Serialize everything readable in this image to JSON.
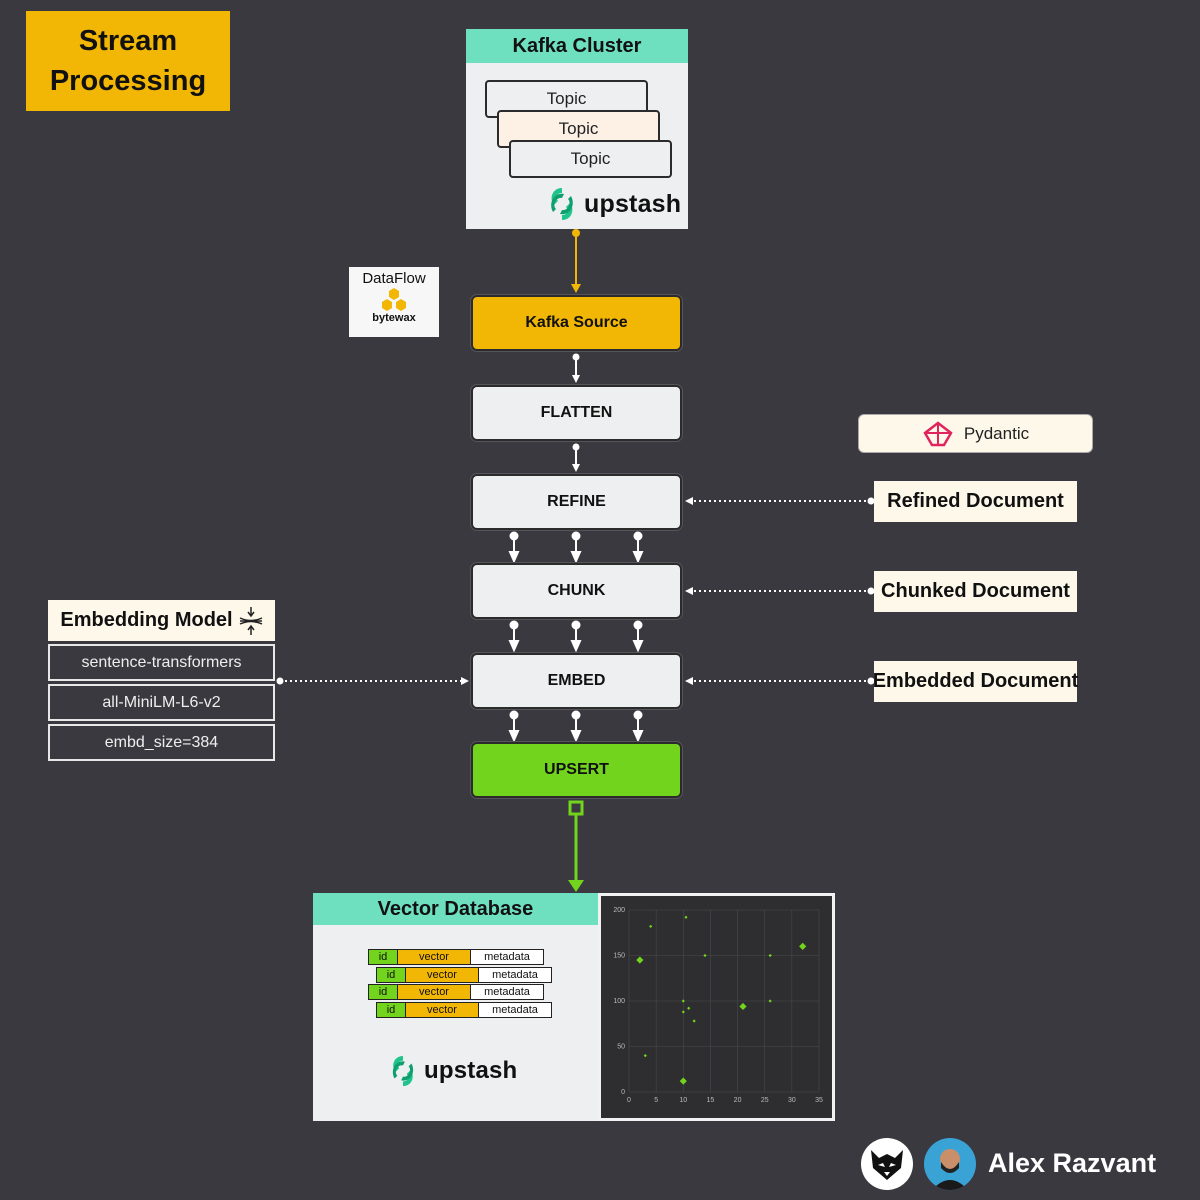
{
  "title": {
    "line1": "Stream",
    "line2": "Processing"
  },
  "kafka_cluster": {
    "header": "Kafka Cluster",
    "topics": [
      "Topic",
      "Topic",
      "Topic"
    ],
    "brand": "upstash"
  },
  "dataflow": {
    "label": "DataFlow",
    "brand": "bytewax"
  },
  "pipeline": {
    "kafka_source": "Kafka Source",
    "flatten": "FLATTEN",
    "refine": "REFINE",
    "chunk": "CHUNK",
    "embed": "EMBED",
    "upsert": "UPSERT"
  },
  "pydantic": {
    "label": "Pydantic"
  },
  "documents": {
    "refined": "Refined Document",
    "chunked": "Chunked Document",
    "embedded": "Embedded Document"
  },
  "embedding_model": {
    "header": "Embedding Model",
    "rows": [
      "sentence-transformers",
      "all-MiniLM-L6-v2",
      "embd_size=384"
    ]
  },
  "vector_database": {
    "header": "Vector Database",
    "columns": {
      "id": "id",
      "vector": "vector",
      "metadata": "metadata"
    },
    "brand": "upstash"
  },
  "chart_data": {
    "type": "scatter",
    "xlim": [
      0,
      35
    ],
    "ylim": [
      0,
      200
    ],
    "xticks": [
      0,
      5,
      10,
      15,
      20,
      25,
      30,
      35
    ],
    "yticks": [
      0,
      50,
      100,
      150,
      200
    ],
    "grid": true,
    "points": [
      {
        "x": 2,
        "y": 145,
        "size": "large"
      },
      {
        "x": 4,
        "y": 182,
        "size": "small"
      },
      {
        "x": 3,
        "y": 40,
        "size": "small"
      },
      {
        "x": 10.5,
        "y": 192,
        "size": "small"
      },
      {
        "x": 14,
        "y": 150,
        "size": "small"
      },
      {
        "x": 10,
        "y": 100,
        "size": "small"
      },
      {
        "x": 10,
        "y": 88,
        "size": "small"
      },
      {
        "x": 11,
        "y": 92,
        "size": "small"
      },
      {
        "x": 12,
        "y": 78,
        "size": "small"
      },
      {
        "x": 21,
        "y": 94,
        "size": "large"
      },
      {
        "x": 26,
        "y": 150,
        "size": "small"
      },
      {
        "x": 26,
        "y": 100,
        "size": "small"
      },
      {
        "x": 32,
        "y": 160,
        "size": "large"
      },
      {
        "x": 10,
        "y": 12,
        "size": "large"
      }
    ]
  },
  "author": {
    "name": "Alex Razvant"
  },
  "colors": {
    "background": "#3a393f",
    "accent_orange": "#f2b705",
    "accent_green": "#72d41c",
    "teal": "#6fe0bf"
  }
}
